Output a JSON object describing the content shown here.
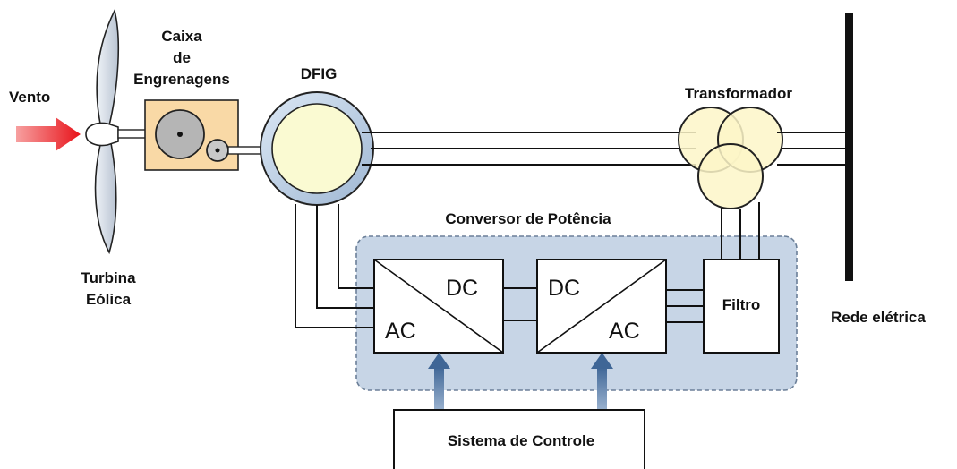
{
  "labels": {
    "wind": "Vento",
    "gearbox_line1": "Caixa",
    "gearbox_line2": "de",
    "gearbox_line3": "Engrenagens",
    "generator": "DFIG",
    "transformer": "Transformador",
    "turbine_line1": "Turbina",
    "turbine_line2": "Eólica",
    "converter_group": "Conversor de Potência",
    "rectifier_dc": "DC",
    "rectifier_ac": "AC",
    "inverter_dc": "DC",
    "inverter_ac": "AC",
    "filter": "Filtro",
    "grid": "Rede elétrica",
    "control_system": "Sistema de Controle"
  },
  "colors": {
    "wind_arrow": "#e8141b",
    "gearbox_fill": "#f9d9a6",
    "converter_panel": "#c7d5e6",
    "generator_ring": "#c9dbef",
    "generator_core": "#fafad2",
    "transformer_fill": "#fdf6c8",
    "control_arrows": "#4a6e9e",
    "lines": "#111111"
  }
}
